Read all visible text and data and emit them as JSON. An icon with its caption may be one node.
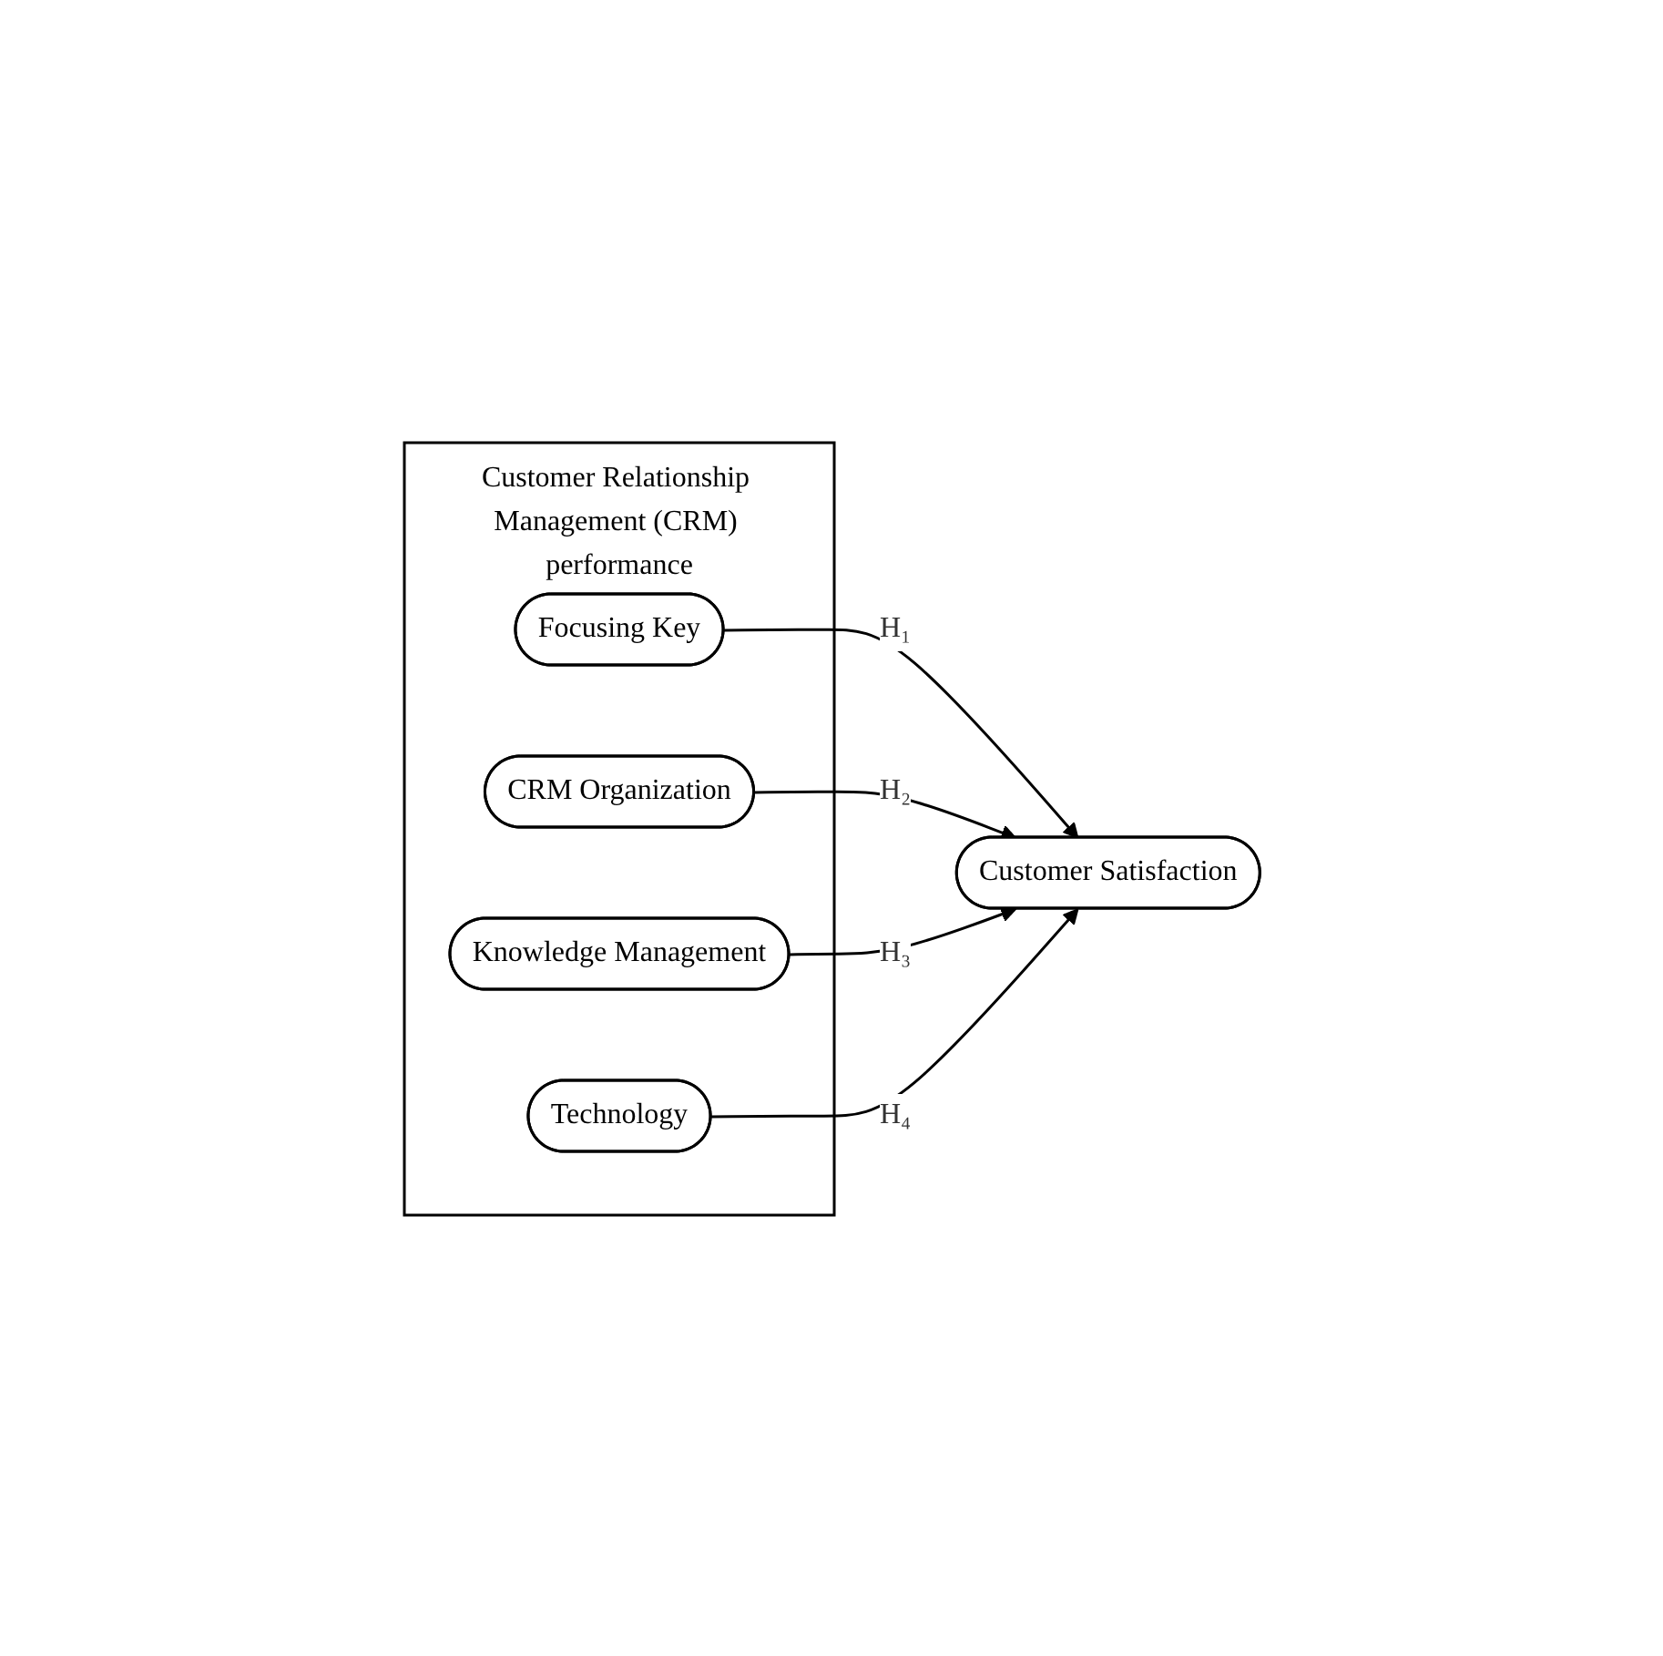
{
  "diagram": {
    "nodes": [
      {
        "text": [
          "Customer Relationship Management (CRM) performance"
        ]
      },
      {
        "text": [
          "Focusing Key"
        ],
        "in": 0
      },
      {
        "text": [
          "CRM Organization"
        ],
        "in": 0
      },
      {
        "text": [
          "Knowledge Management"
        ],
        "in": 0
      },
      {
        "text": [
          "Technology"
        ],
        "in": 0
      },
      {
        "text": [
          "Customer Satisfaction"
        ]
      }
    ],
    "edges": [
      {
        "from": 1,
        "to": 5,
        "arrow": "to",
        "label": "H₁"
      },
      {
        "from": 2,
        "to": 5,
        "arrow": "to",
        "label": "H₂"
      },
      {
        "from": 3,
        "to": 5,
        "arrow": "to",
        "label": "H₃"
      },
      {
        "from": 4,
        "to": 5,
        "arrow": "to",
        "label": "H₄"
      }
    ]
  }
}
